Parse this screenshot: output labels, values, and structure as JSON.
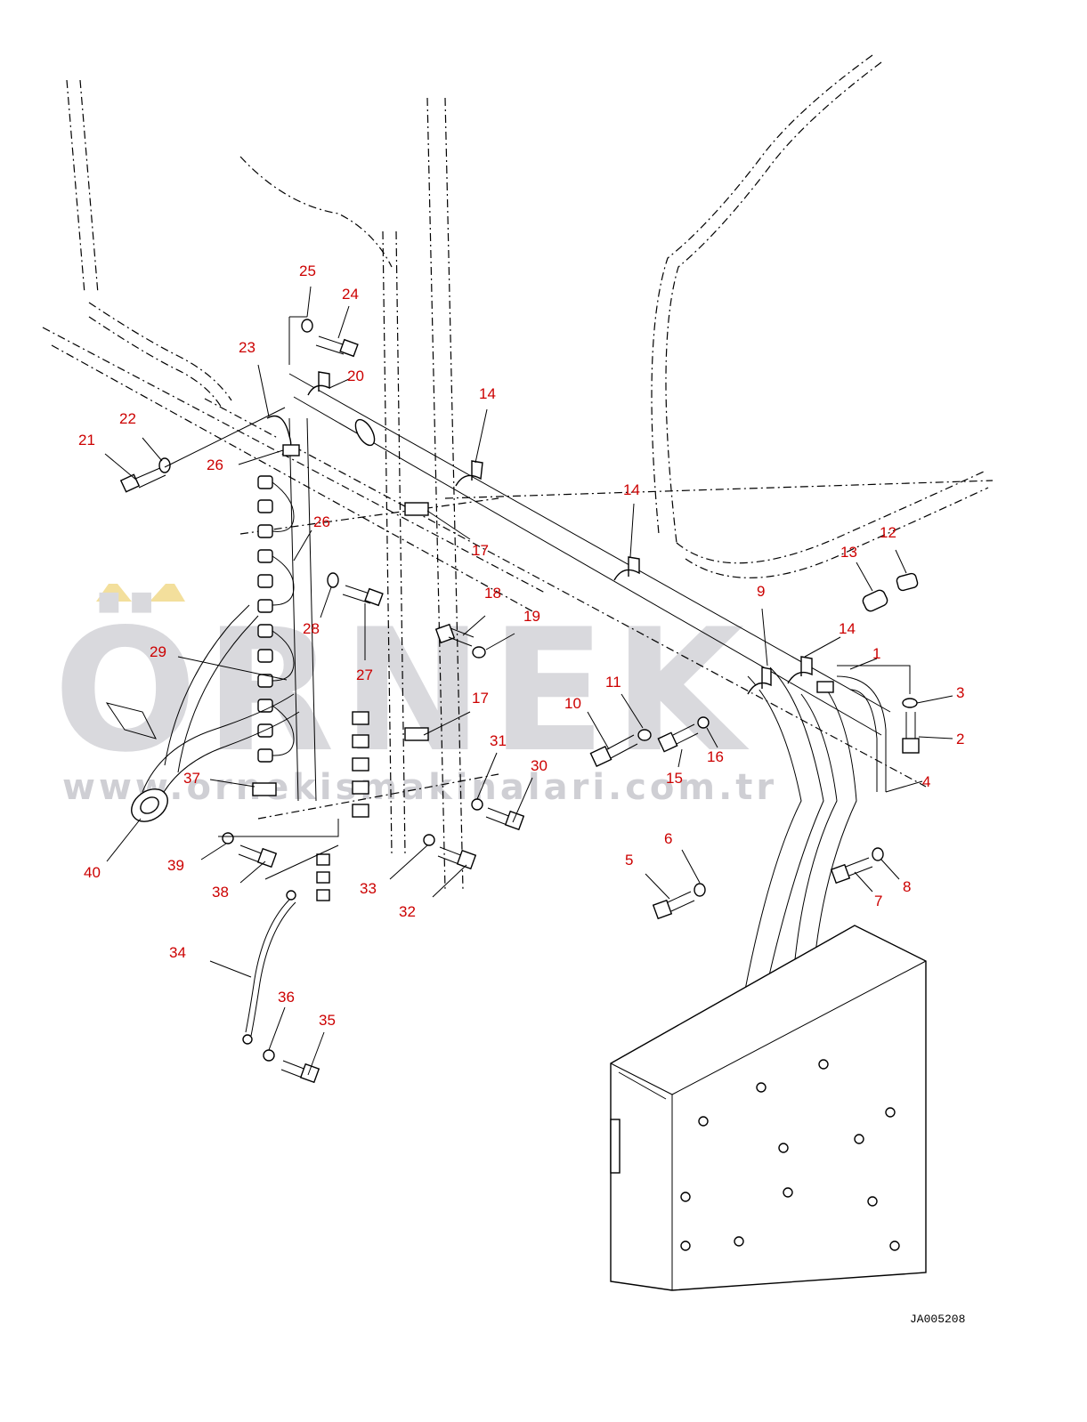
{
  "watermark": {
    "brand": "ÖRNEK",
    "url": "www.ornekismakinalari.com.tr",
    "accent_color": "#f3df9c",
    "text_color": "#d9d9dd"
  },
  "drawing_code": "JA005208",
  "callout_color": "#cc0000",
  "callouts": [
    {
      "id": "c1",
      "label": "1"
    },
    {
      "id": "c2",
      "label": "2"
    },
    {
      "id": "c3",
      "label": "3"
    },
    {
      "id": "c4",
      "label": "4"
    },
    {
      "id": "c5",
      "label": "5"
    },
    {
      "id": "c6",
      "label": "6"
    },
    {
      "id": "c7",
      "label": "7"
    },
    {
      "id": "c8",
      "label": "8"
    },
    {
      "id": "c9",
      "label": "9"
    },
    {
      "id": "c10",
      "label": "10"
    },
    {
      "id": "c11",
      "label": "11"
    },
    {
      "id": "c12",
      "label": "12"
    },
    {
      "id": "c13",
      "label": "13"
    },
    {
      "id": "c14a",
      "label": "14"
    },
    {
      "id": "c14b",
      "label": "14"
    },
    {
      "id": "c14c",
      "label": "14"
    },
    {
      "id": "c15",
      "label": "15"
    },
    {
      "id": "c16",
      "label": "16"
    },
    {
      "id": "c17a",
      "label": "17"
    },
    {
      "id": "c17b",
      "label": "17"
    },
    {
      "id": "c18",
      "label": "18"
    },
    {
      "id": "c19",
      "label": "19"
    },
    {
      "id": "c20",
      "label": "20"
    },
    {
      "id": "c21",
      "label": "21"
    },
    {
      "id": "c22",
      "label": "22"
    },
    {
      "id": "c23",
      "label": "23"
    },
    {
      "id": "c24",
      "label": "24"
    },
    {
      "id": "c25",
      "label": "25"
    },
    {
      "id": "c26a",
      "label": "26"
    },
    {
      "id": "c26b",
      "label": "26"
    },
    {
      "id": "c27",
      "label": "27"
    },
    {
      "id": "c28",
      "label": "28"
    },
    {
      "id": "c29",
      "label": "29"
    },
    {
      "id": "c30",
      "label": "30"
    },
    {
      "id": "c31",
      "label": "31"
    },
    {
      "id": "c32",
      "label": "32"
    },
    {
      "id": "c33",
      "label": "33"
    },
    {
      "id": "c34",
      "label": "34"
    },
    {
      "id": "c35",
      "label": "35"
    },
    {
      "id": "c36",
      "label": "36"
    },
    {
      "id": "c37",
      "label": "37"
    },
    {
      "id": "c38",
      "label": "38"
    },
    {
      "id": "c39",
      "label": "39"
    },
    {
      "id": "c40",
      "label": "40"
    }
  ]
}
